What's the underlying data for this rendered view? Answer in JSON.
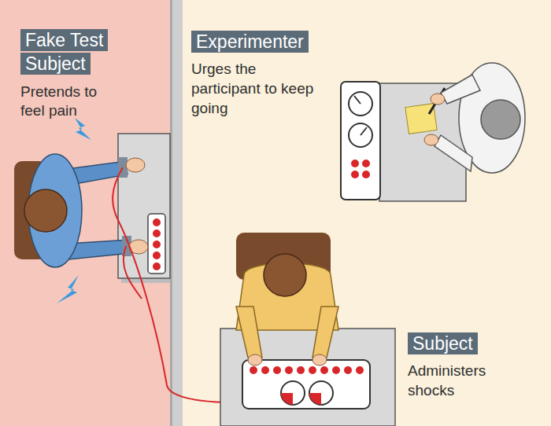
{
  "diagram": {
    "nodes": [
      {
        "text": [
          "Fake Test Subject",
          "Pretends to feel pain"
        ]
      },
      {
        "text": [
          "Experimenter",
          "Urges the participant to keep going"
        ]
      },
      {
        "text": [
          "Subject",
          "Administers shocks"
        ]
      }
    ]
  }
}
